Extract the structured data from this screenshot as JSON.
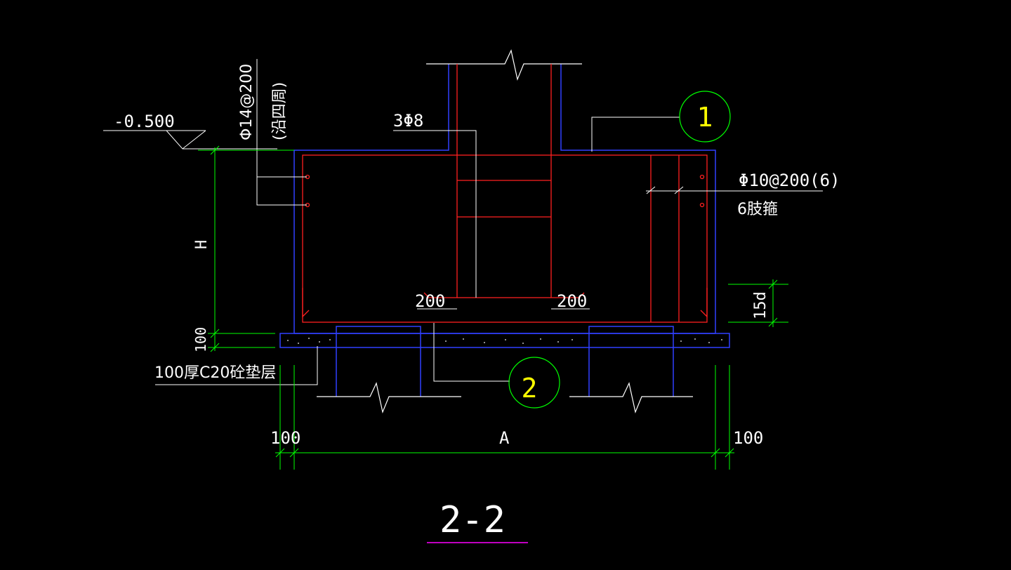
{
  "drawing": {
    "section_title": "2-2",
    "elevation": "-0.500",
    "rebar_side": "Φ14@200",
    "rebar_side_note": "(沿四周)",
    "rebar_center": "3Φ8",
    "stirrup": "Φ10@200(6)",
    "stirrup_note": "6肢箍",
    "label_h": "H",
    "label_15d": "15d",
    "label_pad_thickness": "100",
    "pad_note": "100厚C20砼垫层",
    "left_200": "200",
    "right_200": "200",
    "dim_left_100": "100",
    "dim_a": "A",
    "dim_right_100": "100",
    "callout_1": "1",
    "callout_2": "2"
  },
  "colors": {
    "background": "#000000",
    "outline_blue": "#3040ff",
    "rebar_red": "#ff2020",
    "dim_green": "#00ff00",
    "text_white": "#ffffff",
    "callout_yellow": "#ffff00",
    "underline_magenta": "#ff00ff"
  }
}
